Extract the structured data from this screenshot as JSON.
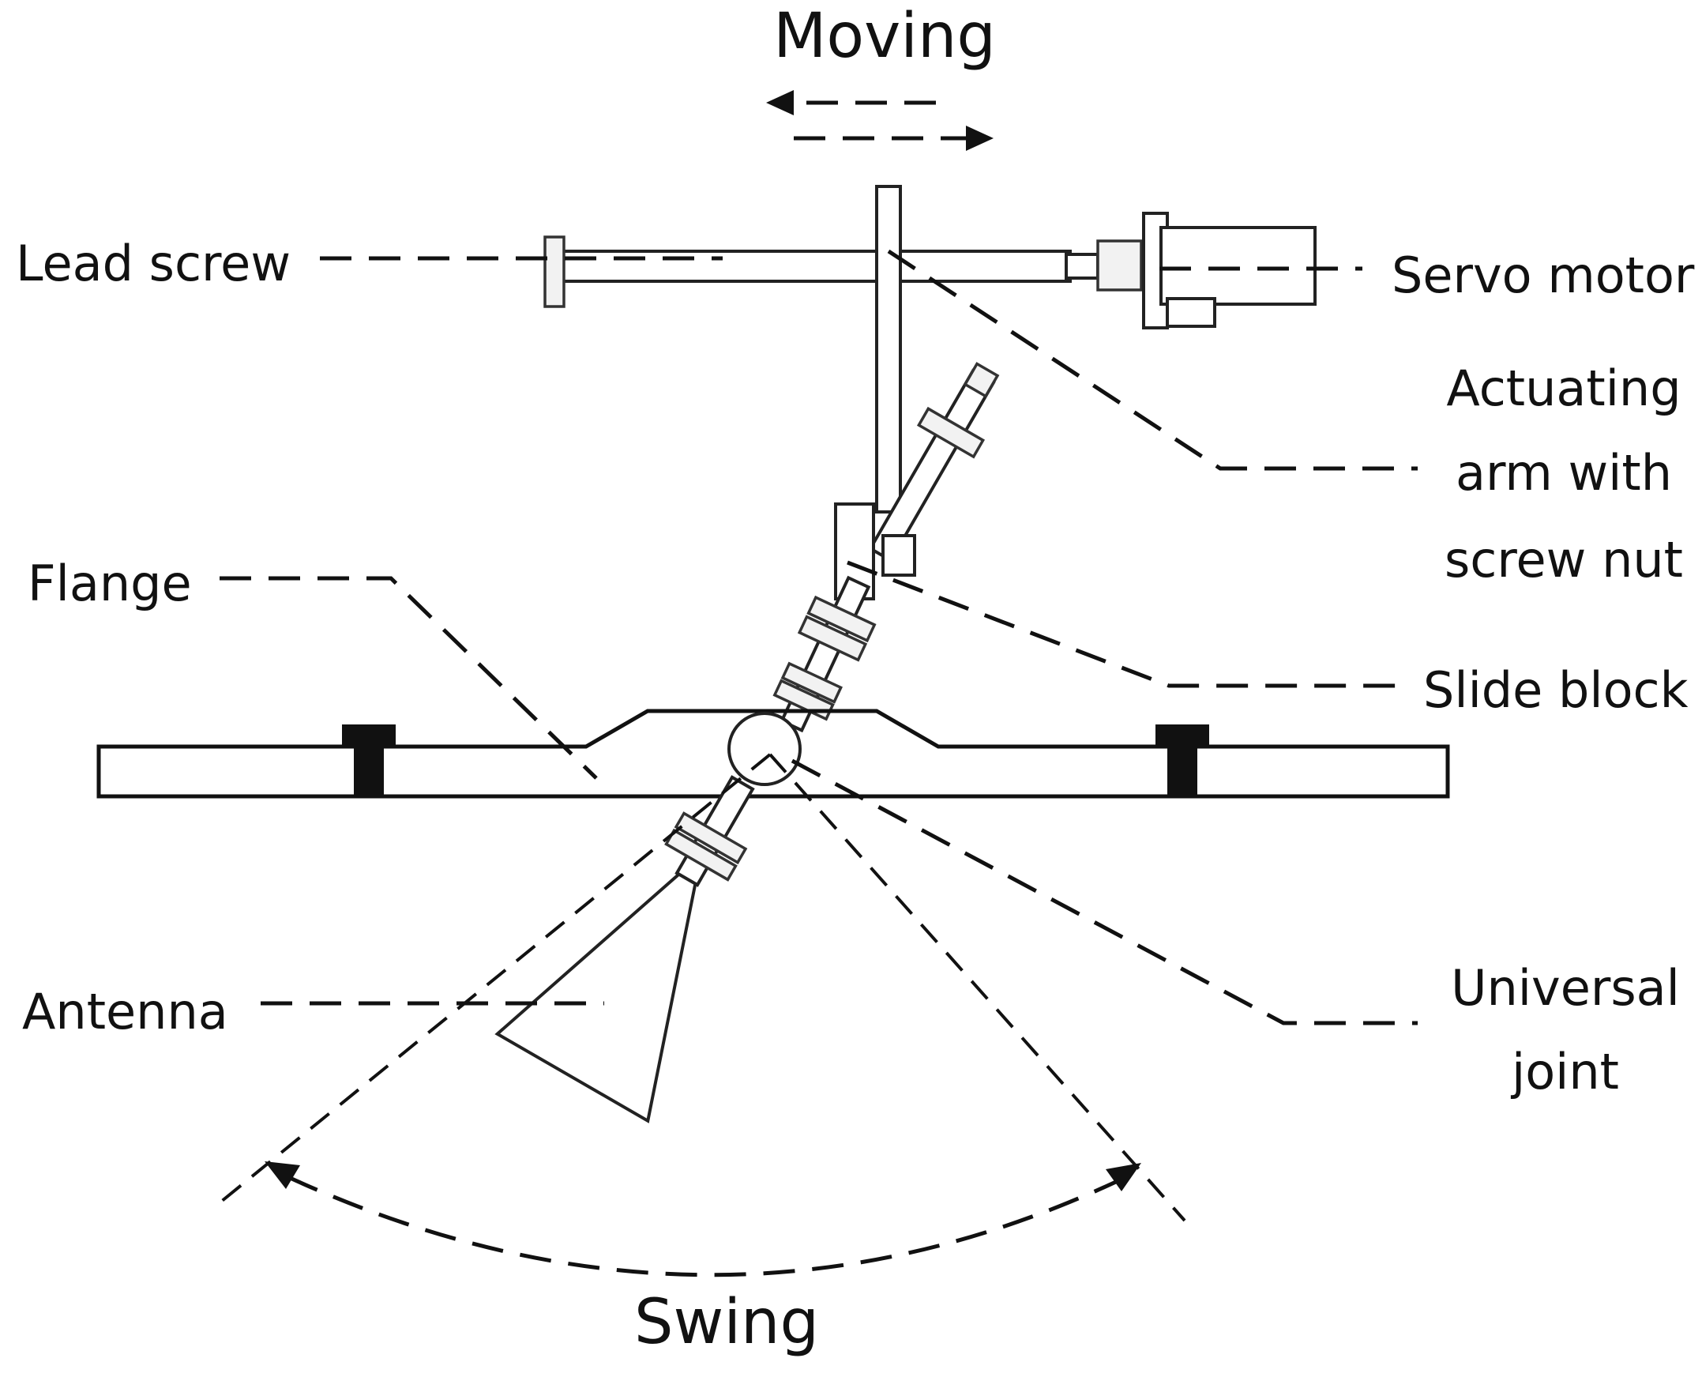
{
  "title_moving": "Moving",
  "title_swing": "Swing",
  "labels": {
    "lead_screw": "Lead screw",
    "servo_motor": "Servo motor",
    "actuating_arm": [
      "Actuating",
      "arm with",
      "screw nut"
    ],
    "flange": "Flange",
    "slide_block": "Slide block",
    "antenna": "Antenna",
    "universal_joint": [
      "Universal",
      "joint"
    ]
  }
}
